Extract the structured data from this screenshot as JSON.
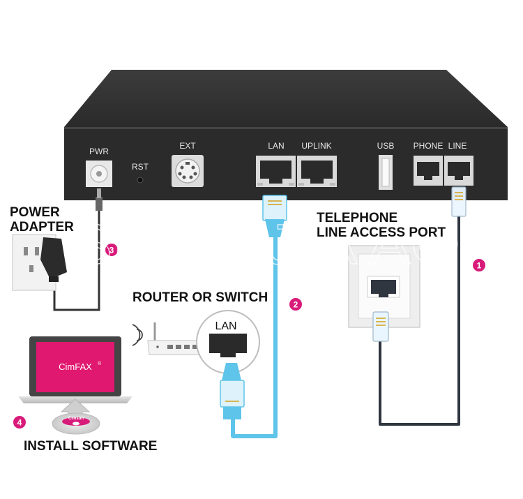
{
  "watermark": "SHEN JIA AO",
  "device": {
    "ports": {
      "pwr": "PWR",
      "rst": "RST",
      "ext": "EXT",
      "lan": "LAN",
      "uplink": "UPLINK",
      "usb": "USB",
      "phone": "PHONE",
      "line": "LINE"
    }
  },
  "labels": {
    "power_line1": "POWER",
    "power_line2": "ADAPTER",
    "telephone_line1": "TELEPHONE",
    "telephone_line2": "LINE ACCESS PORT",
    "router": "ROUTER OR SWITCH",
    "router_port": "LAN",
    "install": "INSTALL SOFTWARE"
  },
  "steps": [
    "1",
    "2",
    "3",
    "4"
  ],
  "laptop_screen": "CimFAX",
  "laptop_mark": "®",
  "cd_label": "Cimsun",
  "colors": {
    "device_body": "#2b2b2b",
    "cable_blue": "#5ec4ea",
    "step_badge": "#d81b7a",
    "laptop_screen": "#e0186f",
    "phone_cable": "#2f3640"
  }
}
